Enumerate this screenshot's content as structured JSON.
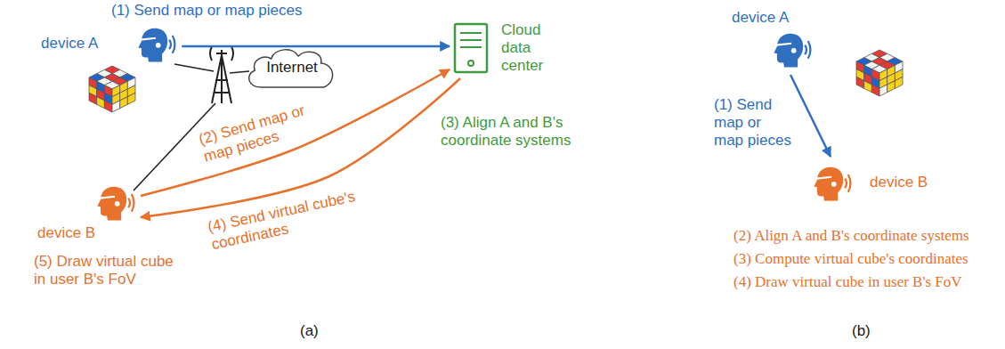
{
  "diagram": {
    "nodes": [
      {
        "text": [
          "device A"
        ]
      },
      {
        "text": [
          "Internet"
        ]
      },
      {
        "text": [
          "Cloud data center"
        ]
      },
      {
        "text": [
          "device B"
        ]
      },
      {
        "text": [
          "device A"
        ]
      },
      {
        "text": [
          "device B"
        ]
      }
    ],
    "edges": [
      {
        "from": 0,
        "to": 2,
        "arrow": "to",
        "label": "(1) Send map or map pieces"
      },
      {
        "from": 3,
        "to": 2,
        "arrow": "to",
        "label": "(2) Send map or map pieces"
      },
      {
        "from": 2,
        "to": 3,
        "arrow": "to",
        "label": "(4) Send virtual cube's coordinates"
      },
      {
        "from": 4,
        "to": 5,
        "arrow": "to",
        "label": "(1) Send map or map pieces"
      }
    ],
    "labels": [
      "(3) Align A and B's coordinate systems",
      "(5) Draw virtual cube in user B's FoV",
      "(a)",
      "(2) Align A and B's coordinate systems",
      "(3) Compute virtual cube's coordinates",
      "(4) Draw virtual cube in user B's FoV",
      "(b)"
    ]
  }
}
